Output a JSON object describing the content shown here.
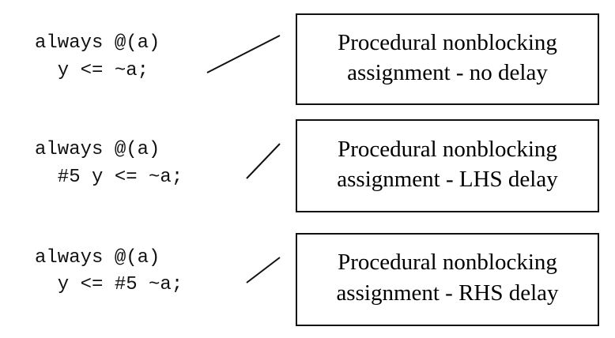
{
  "examples": [
    {
      "code_lines": [
        "always @(a)",
        "  y <= ~a;"
      ],
      "label_lines": [
        "Procedural nonblocking",
        "assignment - no delay"
      ]
    },
    {
      "code_lines": [
        "always @(a)",
        "  #5 y <= ~a;"
      ],
      "label_lines": [
        "Procedural nonblocking",
        "assignment - LHS delay"
      ]
    },
    {
      "code_lines": [
        "always @(a)",
        "  y <= #5 ~a;"
      ],
      "label_lines": [
        "Procedural nonblocking",
        "assignment - RHS delay"
      ]
    }
  ]
}
